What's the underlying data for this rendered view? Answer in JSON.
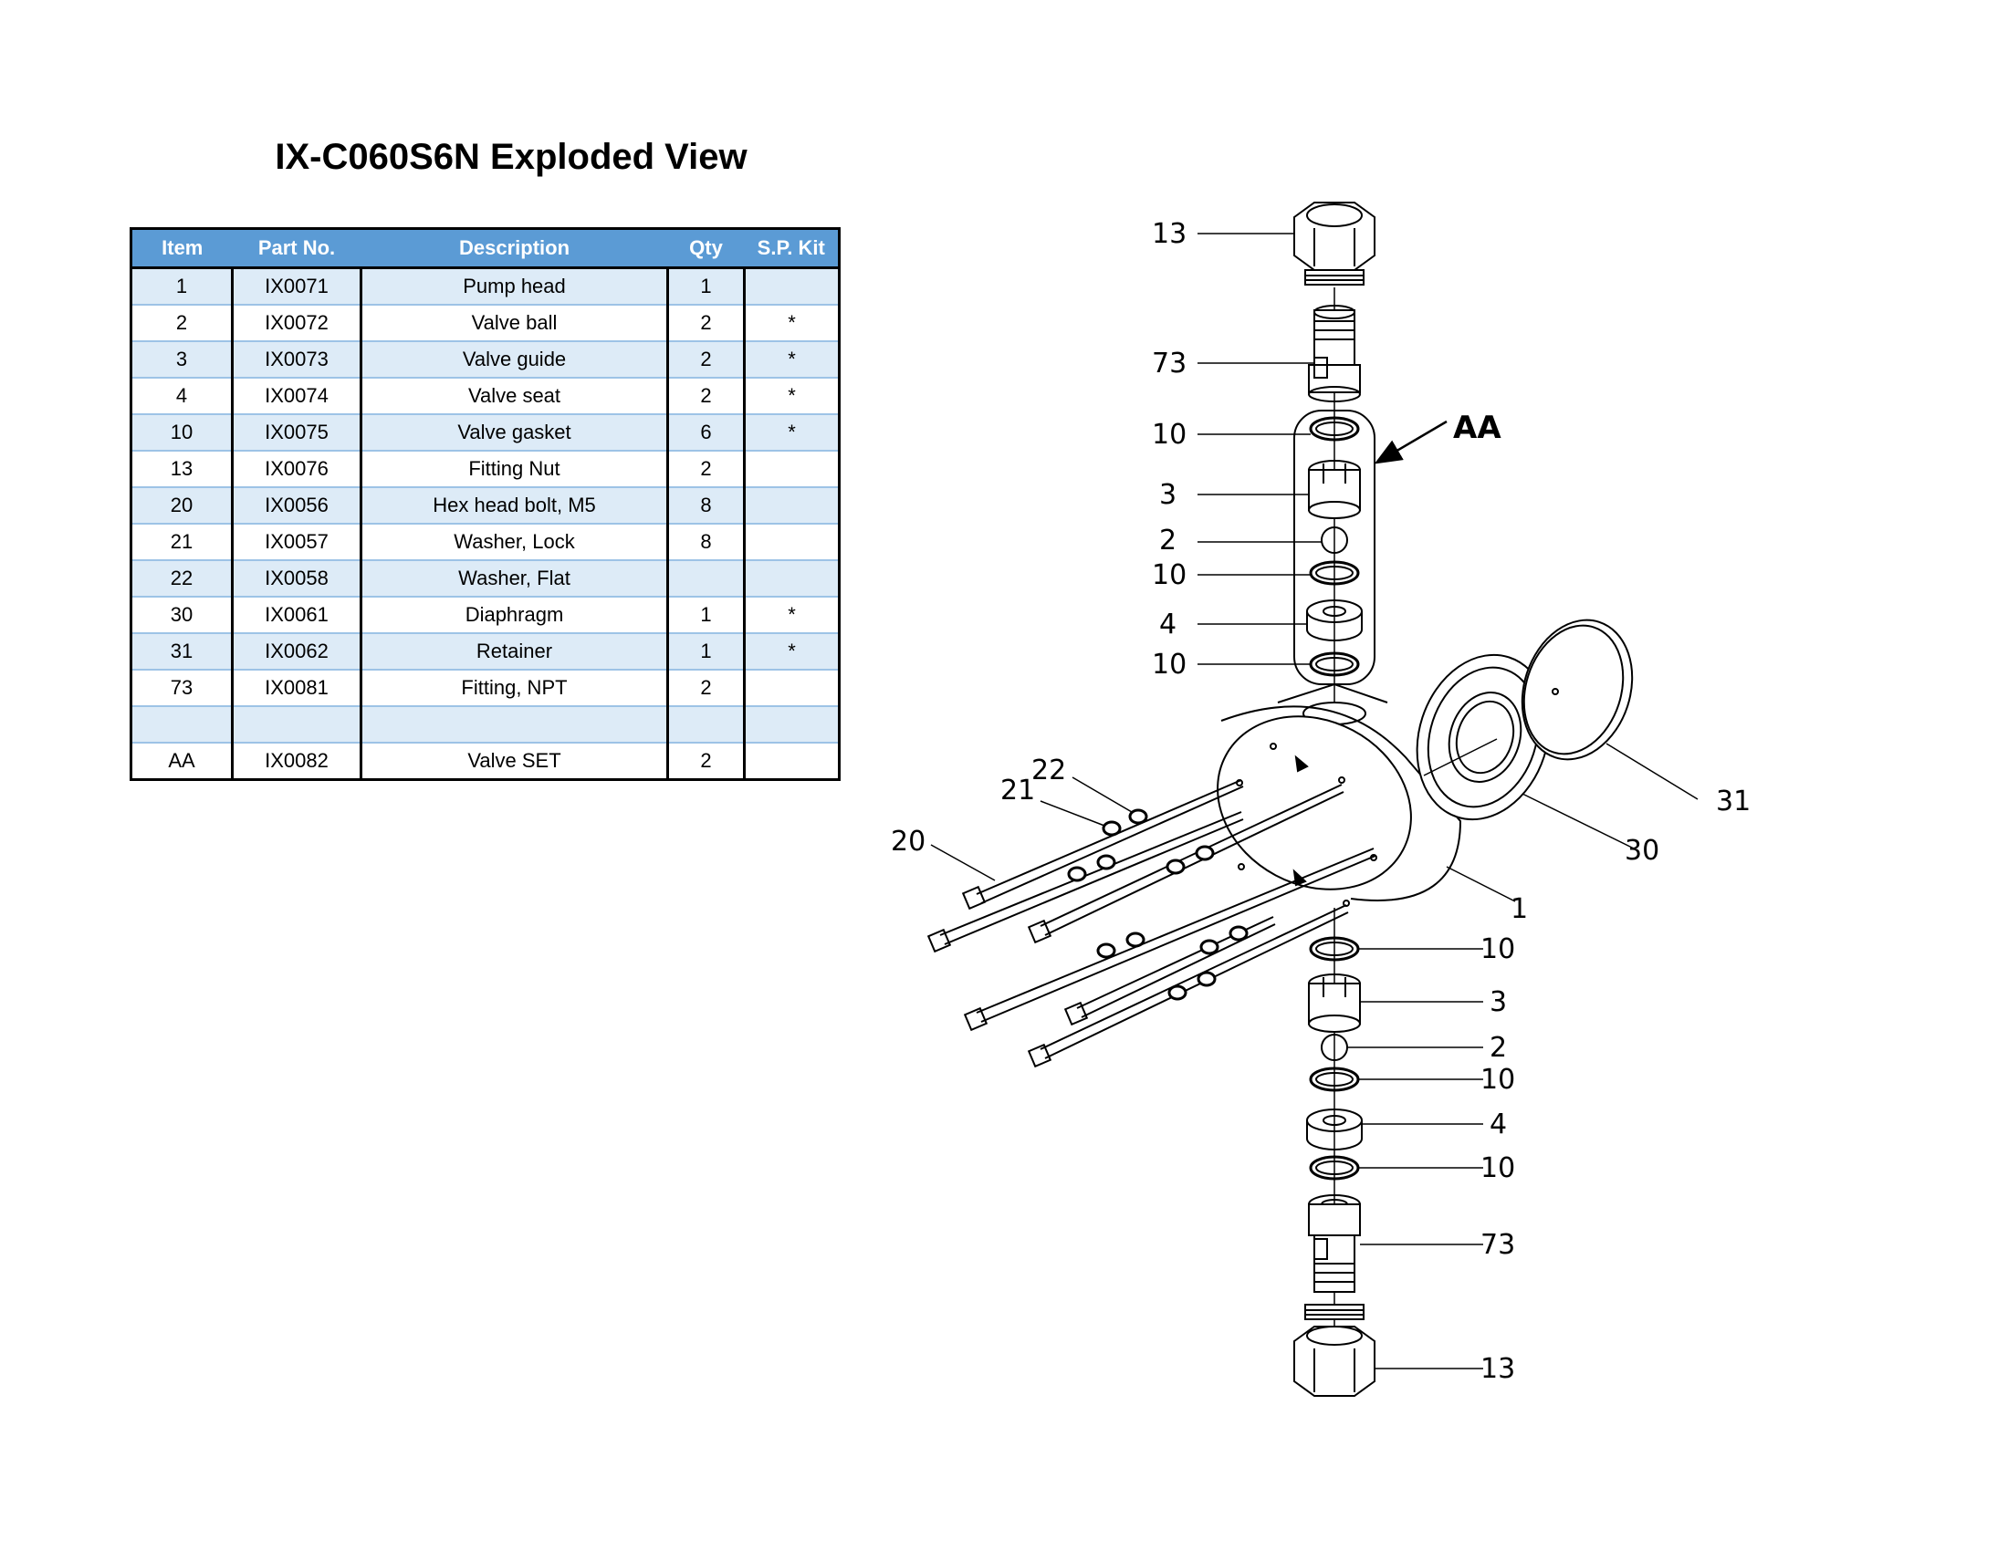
{
  "title": "IX-C060S6N Exploded View",
  "table": {
    "headers": [
      "Item",
      "Part No.",
      "Description",
      "Qty",
      "S.P. Kit"
    ],
    "rows": [
      [
        "1",
        "IX0071",
        "Pump head",
        "1",
        ""
      ],
      [
        "2",
        "IX0072",
        "Valve ball",
        "2",
        "*"
      ],
      [
        "3",
        "IX0073",
        "Valve guide",
        "2",
        "*"
      ],
      [
        "4",
        "IX0074",
        "Valve seat",
        "2",
        "*"
      ],
      [
        "10",
        "IX0075",
        "Valve gasket",
        "6",
        "*"
      ],
      [
        "13",
        "IX0076",
        "Fitting Nut",
        "2",
        ""
      ],
      [
        "20",
        "IX0056",
        "Hex head bolt, M5",
        "8",
        ""
      ],
      [
        "21",
        "IX0057",
        "Washer, Lock",
        "8",
        ""
      ],
      [
        "22",
        "IX0058",
        "Washer, Flat",
        "",
        ""
      ],
      [
        "30",
        "IX0061",
        "Diaphragm",
        "1",
        "*"
      ],
      [
        "31",
        "IX0062",
        "Retainer",
        "1",
        "*"
      ],
      [
        "73",
        "IX0081",
        "Fitting, NPT",
        "2",
        ""
      ],
      [
        "",
        "",
        "",
        "",
        ""
      ],
      [
        "AA",
        "IX0082",
        "Valve SET",
        "2",
        ""
      ]
    ]
  },
  "diagram": {
    "callouts": {
      "upper_13": "13",
      "upper_73": "73",
      "upper_10a": "10",
      "upper_3": "3",
      "upper_2": "2",
      "upper_10b": "10",
      "upper_4": "4",
      "upper_10c": "10",
      "aa": "AA",
      "left_22": "22",
      "left_21": "21",
      "left_20": "20",
      "right_31": "31",
      "right_30": "30",
      "right_1": "1",
      "lower_10a": "10",
      "lower_3": "3",
      "lower_2": "2",
      "lower_10b": "10",
      "lower_4": "4",
      "lower_10c": "10",
      "lower_73": "73",
      "lower_13": "13"
    }
  }
}
